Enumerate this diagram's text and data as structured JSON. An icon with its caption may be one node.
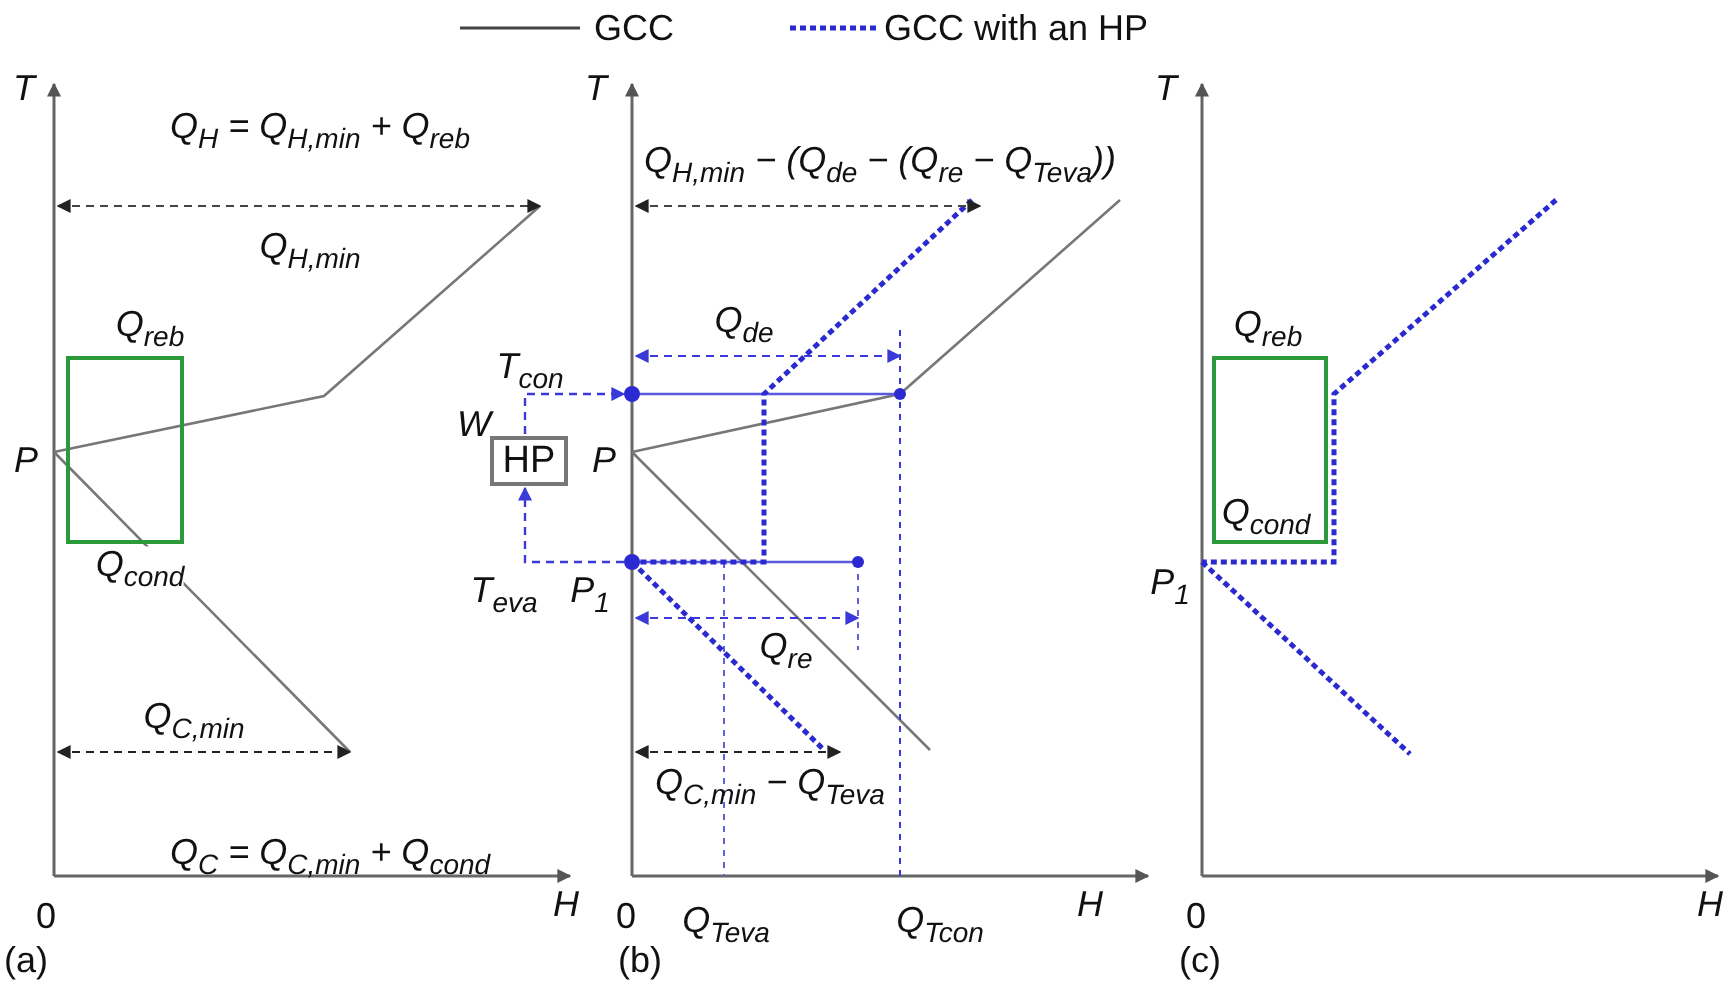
{
  "diagram": {
    "nodes": [
      {
        "text": [
          "Q$_{reb}$",
          "Q$_{cond}$"
        ]
      },
      {
        "text": [
          "HP"
        ],
        "beside": [
          "W"
        ]
      },
      {
        "text": [
          "Q$_{reb}$",
          "Q$_{cond}$"
        ]
      },
      {
        "text": [],
        "shape": "circle"
      },
      {
        "text": [],
        "shape": "circle"
      }
    ],
    "edges": [
      {
        "from": 4,
        "to": 1,
        "arrow": "to",
        "style": "dashed",
        "color": "#3a3ad8"
      },
      {
        "from": 1,
        "to": 3,
        "arrow": "to",
        "style": "dashed",
        "color": "#3a3ad8"
      }
    ],
    "labels": [
      "T",
      "Q$_{H}$ = Q$_{H,min}$ + Q$_{reb}$",
      "Q$_{H,min}$",
      "P",
      "Q$_{C,min}$",
      "Q$_{C}$ = Q$_{C,min}$ + Q$_{cond}$",
      "0",
      "H",
      "(a)",
      "T",
      "Q$_{H,min}$ − (Q$_{de}$ − (Q$_{re}$ − Q$_{Teva}$))",
      "Q$_{de}$",
      "T$_{con}$",
      "P",
      "T$_{eva}$",
      "P$_{1}$",
      "Q$_{re}$",
      "Q$_{C,min}$ − Q$_{Teva}$",
      "0",
      "Q$_{Teva}$",
      "Q$_{Tcon}$",
      "H",
      "(b)",
      "T",
      "P$_{1}$",
      "0",
      "H",
      "(c)"
    ],
    "legend": [
      {
        "text": "GCC"
      },
      {
        "text": "GCC with an HP"
      }
    ]
  }
}
